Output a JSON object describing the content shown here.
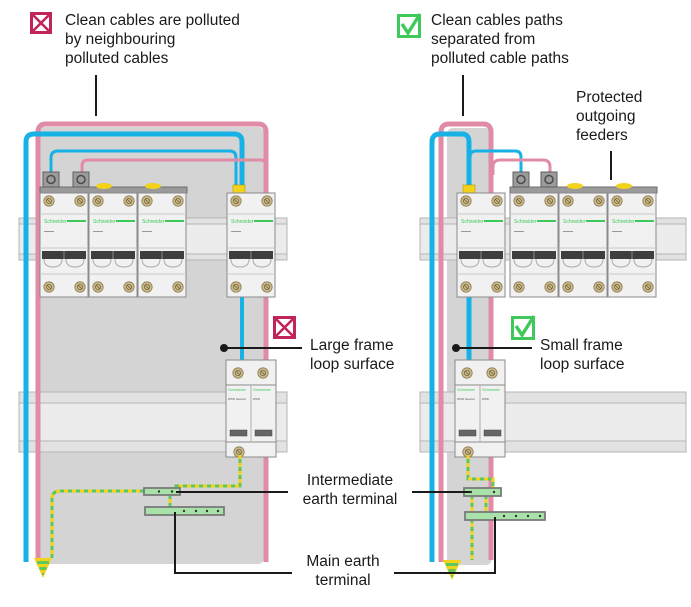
{
  "diagram": {
    "left_panel": {
      "title_icon": "cross-box-icon",
      "title_lines": [
        "Clean cables are polluted",
        "by neighbouring",
        "polluted cables"
      ],
      "loop_icon": "cross-box-icon",
      "loop_lines": [
        "Large frame",
        "loop surface"
      ],
      "breaker_brand": "Schneider",
      "breaker_count": 4,
      "spd_poles": [
        "iPRD Neutral",
        "iPRD"
      ]
    },
    "right_panel": {
      "title_icon": "check-box-icon",
      "title_lines": [
        "Clean cables paths",
        "separated from",
        "polluted cable paths"
      ],
      "feeders_lines": [
        "Protected",
        "outgoing",
        "feeders"
      ],
      "loop_icon": "check-box-icon",
      "loop_lines": [
        "Small frame",
        "loop surface"
      ],
      "breaker_brand": "Schneider",
      "breaker_count": 4,
      "spd_poles": [
        "iPRD Neutral",
        "iPRD"
      ]
    },
    "shared_labels": {
      "intermediate_earth": [
        "Intermediate",
        "earth terminal"
      ],
      "main_earth": [
        "Main earth",
        "terminal"
      ]
    },
    "colors": {
      "bad": "#c0245a",
      "good": "#3fc95a",
      "clean_cable": "#16b2e6",
      "polluted_cable": "#e08ca6",
      "frame": "#d4d4d4",
      "earth_green": "#5dc75d",
      "earth_yellow": "#f2d21b",
      "terminal_fill": "#a8e2a8",
      "terminal_border": "#7a7a7a"
    }
  }
}
